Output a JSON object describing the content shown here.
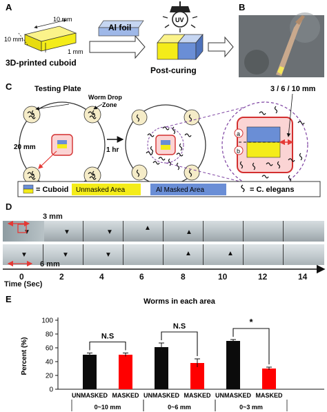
{
  "panel_a": {
    "letter": "A",
    "dim_top": "10 mm",
    "dim_left": "10 mm",
    "dim_height": "1 mm",
    "cuboid_caption": "3D-printed cuboid",
    "foil_label": "Al foil",
    "uv_label": "UV",
    "postcure_caption": "Post-curing"
  },
  "panel_b": {
    "letter": "B"
  },
  "panel_c": {
    "letter": "C",
    "plate_title": "Testing Plate",
    "drop_zone": [
      "Worm Drop",
      "Zone"
    ],
    "dist_label": "20 mm",
    "time_label": "1 hr",
    "zoom_label": "3 / 6 / 10 mm",
    "region_a": "a",
    "region_b": "b",
    "legend": {
      "cuboid": "= Cuboid",
      "unmasked": "Unmasked Area",
      "masked": "Al Masked Area",
      "worm": "= C. elegans"
    }
  },
  "panel_d": {
    "letter": "D",
    "label_top": "3 mm",
    "label_bottom": "6 mm",
    "time_axis_label": "Time (Sec)",
    "times": [
      "0",
      "2",
      "4",
      "6",
      "8",
      "10",
      "12",
      "14"
    ]
  },
  "panel_e": {
    "letter": "E",
    "significance": [
      "N.S",
      "N.S",
      "*"
    ]
  },
  "colors": {
    "cuboid_yellow": "#f4ec19",
    "cuboid_blue": "#6a8ed6",
    "foil_blue": "#9fb8e8",
    "plate_outline": "#333333",
    "spot_fill": "#f5ecc8",
    "red": "#e53935",
    "purple_dash": "#7b3fa0",
    "bar_black": "#0b0b0b",
    "bar_red": "#ff0000"
  },
  "chart_data": {
    "type": "bar",
    "title": "Worms in each area",
    "ylabel": "Percent (%)",
    "ylim": [
      0,
      100
    ],
    "yticks": [
      0,
      20,
      40,
      60,
      80,
      100
    ],
    "groups": [
      {
        "label": "0~10 mm",
        "categories": [
          "UNMASKED",
          "MASKED"
        ],
        "values": [
          50,
          50
        ],
        "errors": [
          2.5,
          2.5
        ],
        "significance": "N.S"
      },
      {
        "label": "0~6 mm",
        "categories": [
          "UNMASKED",
          "MASKED"
        ],
        "values": [
          61,
          38
        ],
        "errors": [
          6,
          6
        ],
        "significance": "N.S"
      },
      {
        "label": "0~3 mm",
        "categories": [
          "UNMASKED",
          "MASKED"
        ],
        "values": [
          70,
          30
        ],
        "errors": [
          2,
          2
        ],
        "significance": "*"
      }
    ],
    "bar_colors": [
      "#0b0b0b",
      "#ff0000"
    ],
    "grid": false,
    "legend": "none"
  }
}
